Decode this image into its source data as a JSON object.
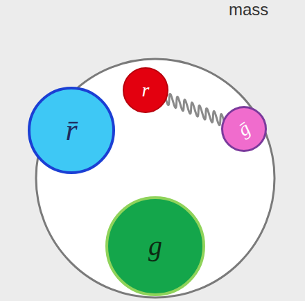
{
  "diagram": {
    "nodes": [
      {
        "text": [
          "r̄"
        ]
      },
      {
        "text": [
          "r"
        ]
      },
      {
        "text": [
          "ḡ"
        ]
      },
      {
        "text": [
          "g"
        ]
      }
    ],
    "edges": [
      {
        "from": 1,
        "to": 2,
        "arrow": "none"
      }
    ],
    "labels": [
      "mass"
    ]
  }
}
